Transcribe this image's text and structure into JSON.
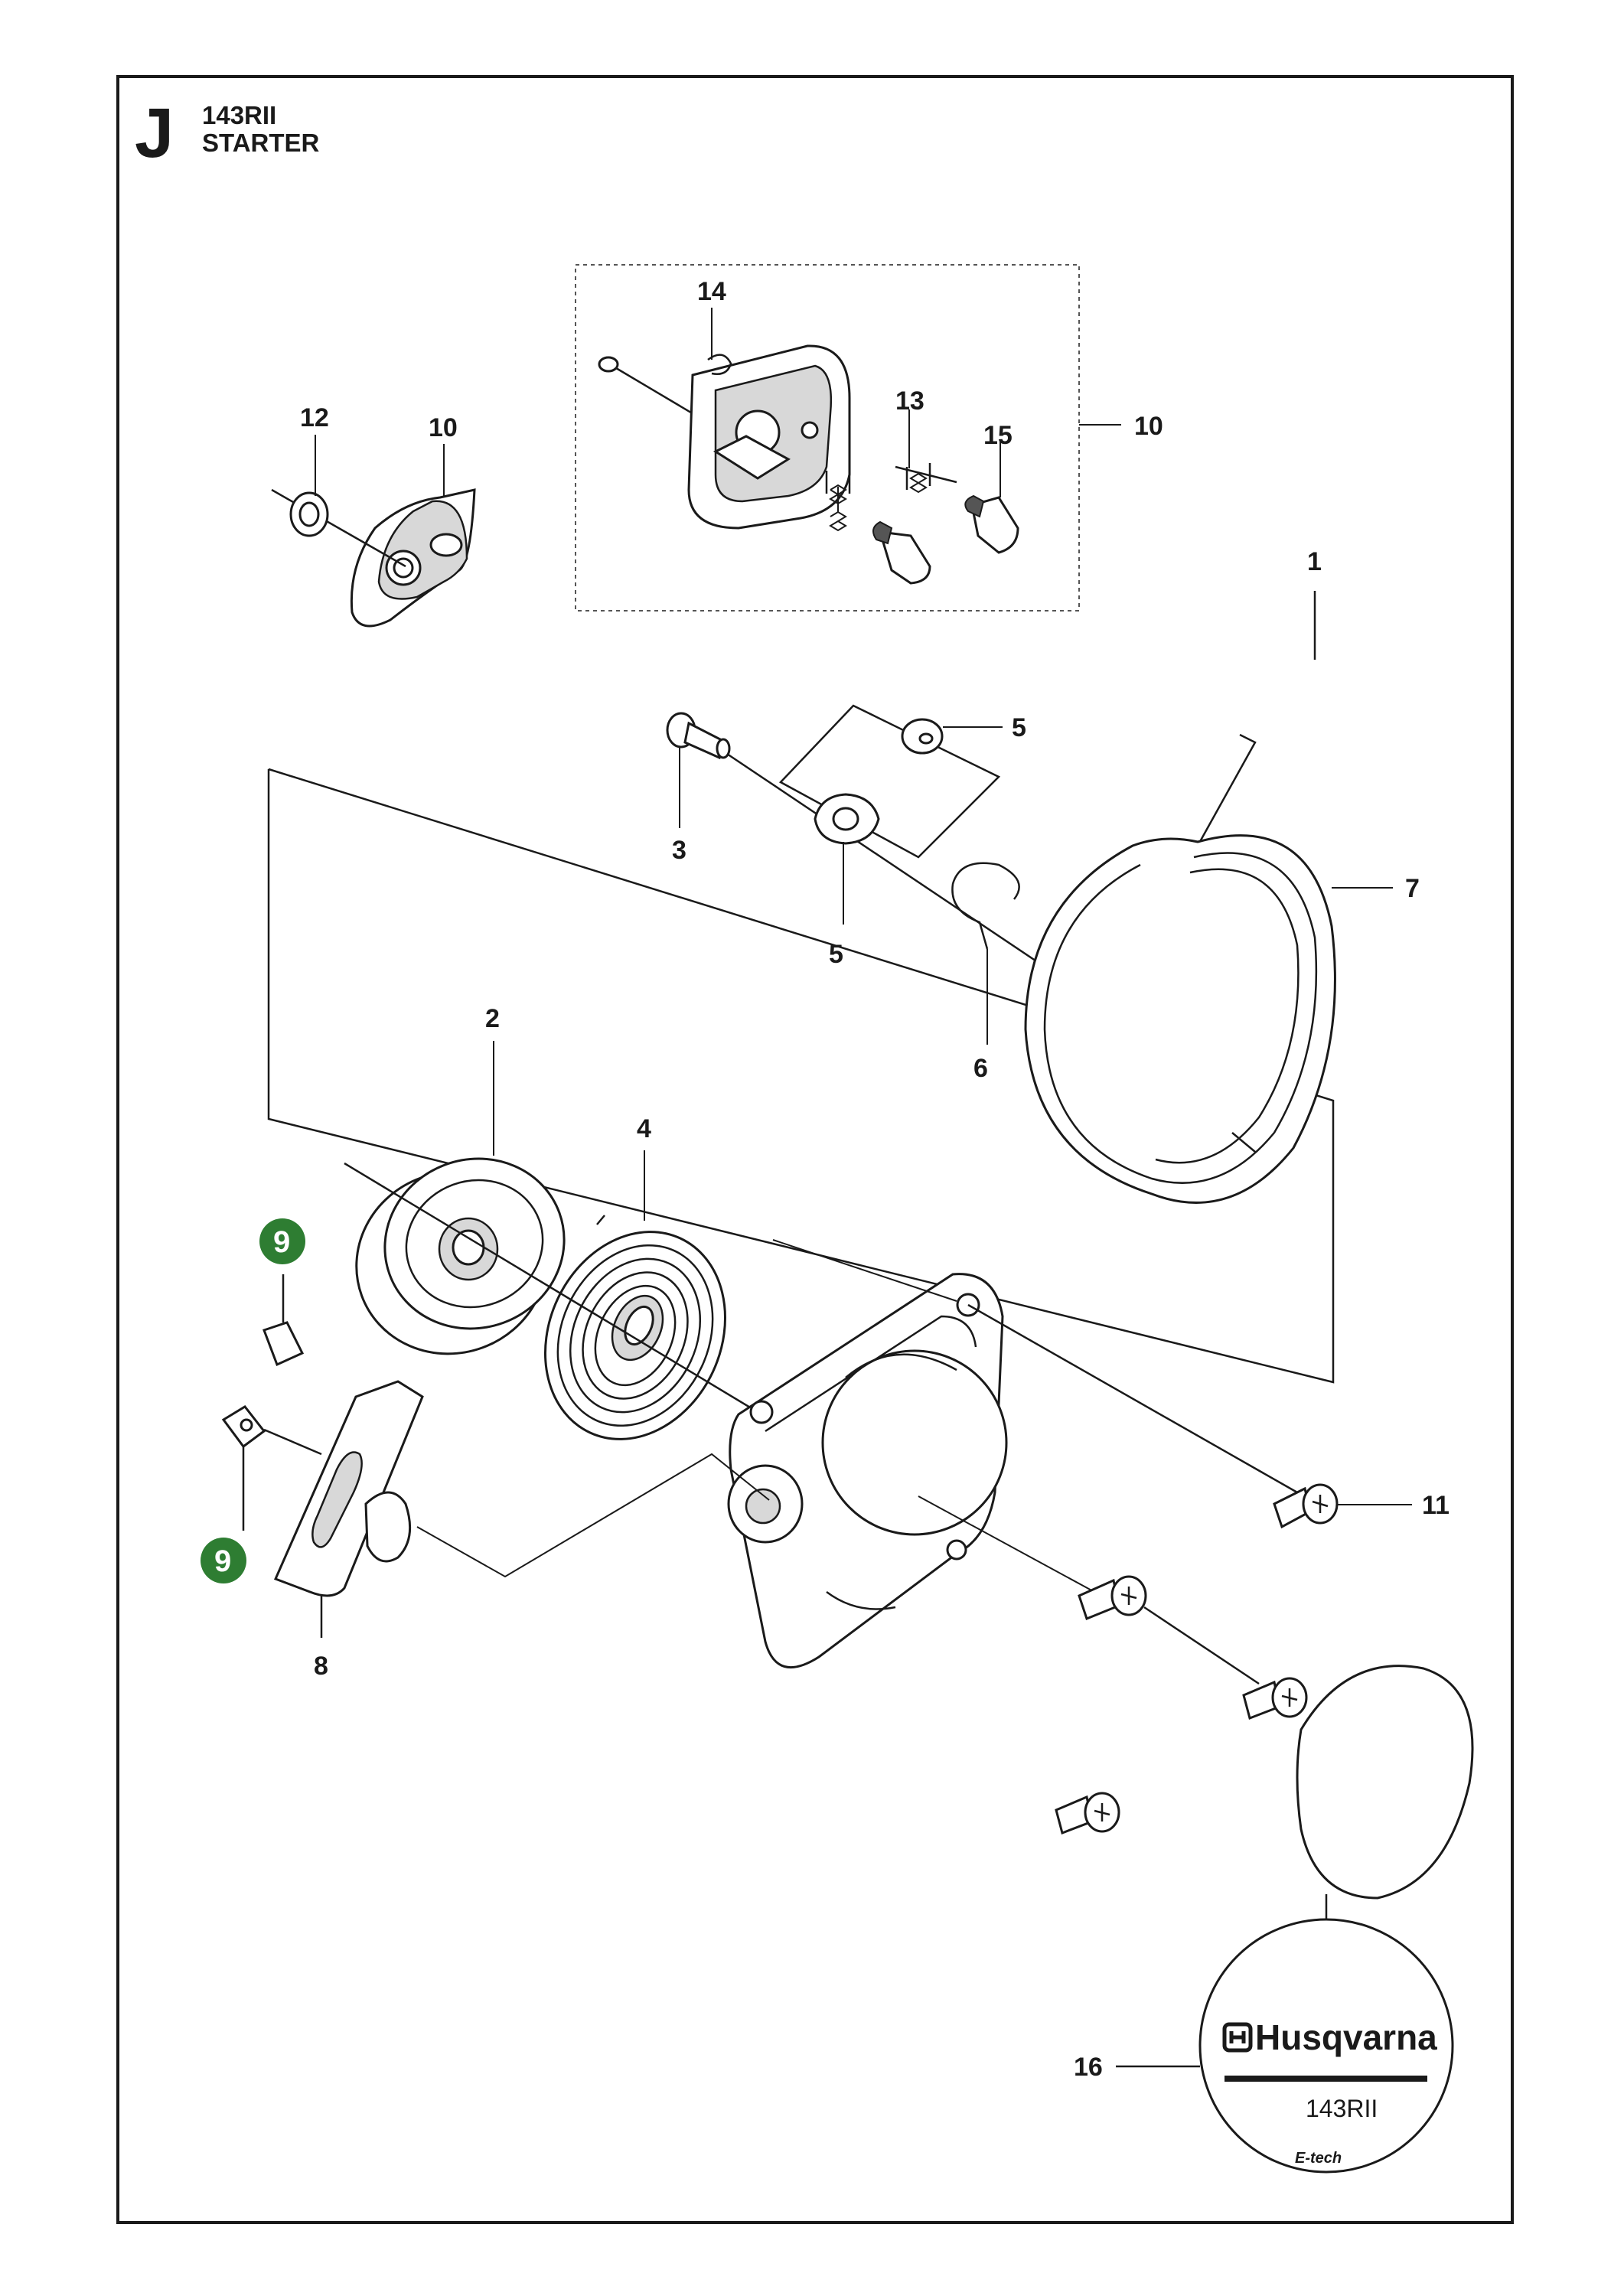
{
  "header": {
    "section_letter": "J",
    "model": "143RII",
    "section_title": "STARTER"
  },
  "callouts": {
    "c1": "1",
    "c2": "2",
    "c3": "3",
    "c4": "4",
    "c5a": "5",
    "c5b": "5",
    "c6": "6",
    "c7": "7",
    "c8": "8",
    "c9a": "9",
    "c9b": "9",
    "c10a": "10",
    "c10b": "10",
    "c11": "11",
    "c12": "12",
    "c13": "13",
    "c14": "14",
    "c15": "15",
    "c16": "16"
  },
  "decal": {
    "brand": "Husqvarna",
    "model": "143RII",
    "subtitle": "E-tech"
  },
  "colors": {
    "badge": "#2e7d32",
    "line": "#1a1a1a"
  }
}
